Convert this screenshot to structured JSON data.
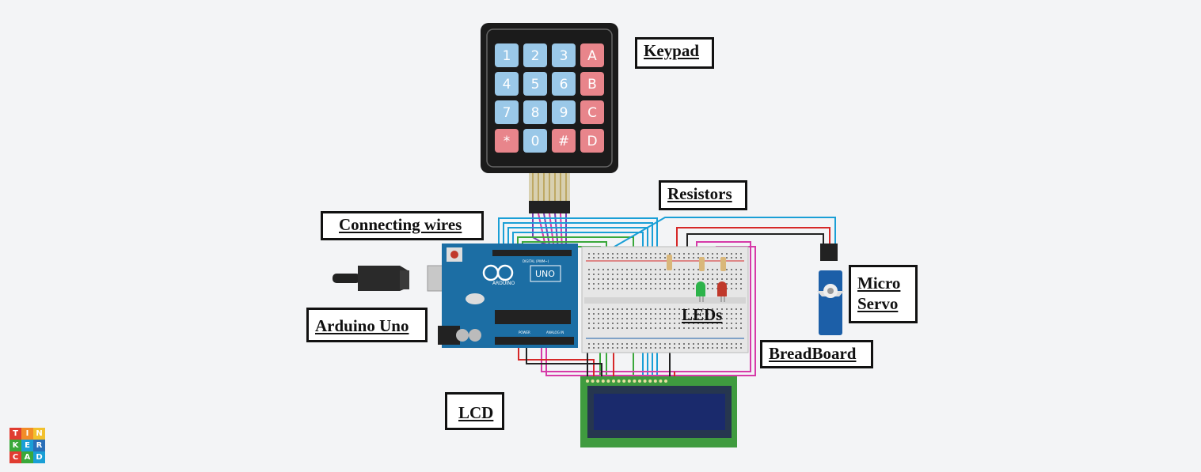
{
  "labels": {
    "keypad": "Keypad",
    "resistors": "Resistors",
    "connecting_wires": "Connecting wires",
    "arduino": "Arduino Uno",
    "micro_servo_line1": "Micro",
    "micro_servo_line2": "Servo",
    "leds": "LEDs",
    "breadboard": "BreadBoard",
    "lcd": "LCD"
  },
  "keypad_keys": [
    "1",
    "2",
    "3",
    "A",
    "4",
    "5",
    "6",
    "B",
    "7",
    "8",
    "9",
    "C",
    "*",
    "0",
    "#",
    "D"
  ],
  "board": {
    "model": "UNO",
    "brand": "ARDUINO",
    "digital_header": "DIGITAL (PWM~)",
    "power_header": "POWER",
    "analog_header": "ANALOG IN"
  },
  "logo": {
    "letters": [
      "T",
      "I",
      "N",
      "K",
      "E",
      "R",
      "C",
      "A",
      "D"
    ]
  },
  "colors": {
    "background": "#f3f4f6",
    "keypad_blue": "#9ac8e8",
    "keypad_red": "#e8858b",
    "arduino_blue": "#1c6ea4",
    "lcd_green": "#3f9b3f",
    "lcd_screen": "#1a2a6c",
    "wire_cyan": "#1a9fd6",
    "wire_red": "#d62828",
    "wire_magenta": "#d63aa8",
    "wire_green": "#3aa83a",
    "wire_black": "#222222"
  }
}
